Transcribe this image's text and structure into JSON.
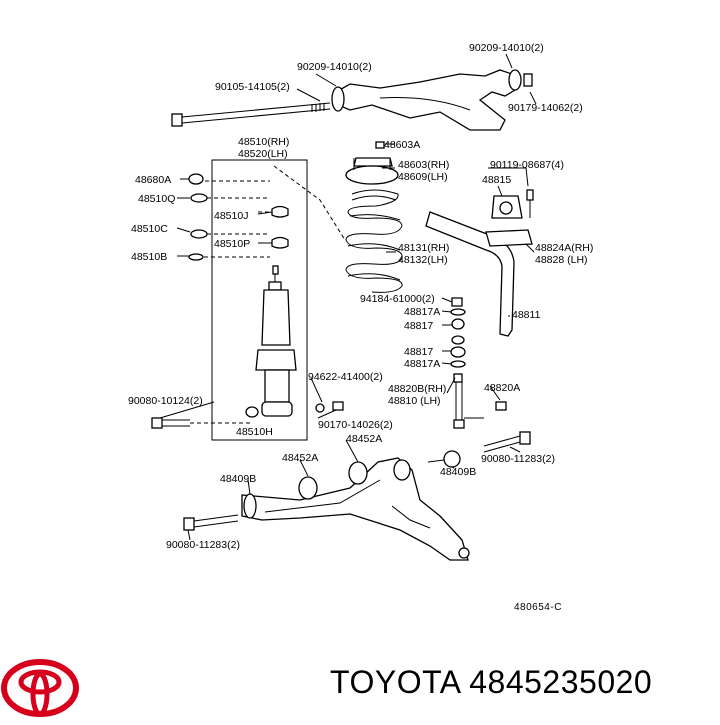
{
  "labels": {
    "l90209_top": "90209-14010(2)",
    "l90209_mid": "90209-14010(2)",
    "l90105": "90105-14105(2)",
    "l90179": "90179-14062(2)",
    "l48510rh": "48510(RH)",
    "l48520lh": "48520(LH)",
    "l48603a": "48603A",
    "l48603rh": "48603(RH)",
    "l48609lh": "48609(LH)",
    "l90119": "90119-08687(4)",
    "l48680a": "48680A",
    "l48815": "48815",
    "l48510q": "48510Q",
    "l48510j": "48510J",
    "l48510c": "48510C",
    "l48510p": "48510P",
    "l48824a": "48824A(RH)",
    "l48828": "48828 (LH)",
    "l48510b": "48510B",
    "l48131": "48131(RH)",
    "l48132": "48132(LH)",
    "l94184": "94184-61000(2)",
    "l48817a_1": "48817A",
    "l48811": "48811",
    "l48817_1": "48817",
    "l48817_2": "48817",
    "l48817a_2": "48817A",
    "l94622": "94622-41400(2)",
    "l48820a": "48820A",
    "l48820b": "48820B(RH)",
    "l90080_10124": "90080-10124(2)",
    "l48810": "48810 (LH)",
    "l90170": "90170-14026(2)",
    "l48510h": "48510H",
    "l48452a_1": "48452A",
    "l90080_11283_r": "90080-11283(2)",
    "l48452a_2": "48452A",
    "l48409b_r": "48409B",
    "l48409b_l": "48409B",
    "l90080_11283_l": "90080-11283(2)",
    "diagram_code": "480654-C"
  },
  "footer": {
    "brand_logo": "toyota-logo",
    "title": "TOYOTA 4845235020"
  },
  "colors": {
    "logo_red": "#d6001c",
    "line": "#000000"
  }
}
